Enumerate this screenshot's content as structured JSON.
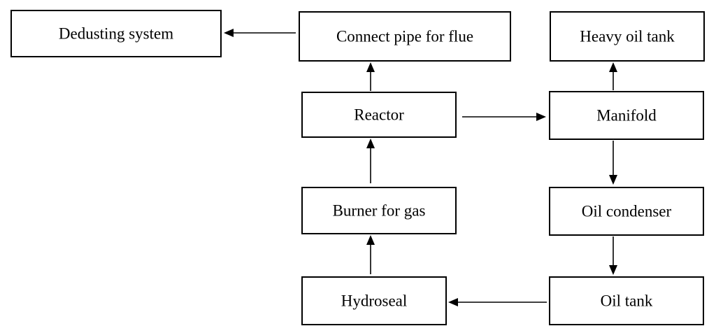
{
  "diagram": {
    "nodes": {
      "dedusting": {
        "label": "Dedusting system"
      },
      "connect_pipe": {
        "label": "Connect pipe for flue"
      },
      "heavy_oil_tank": {
        "label": "Heavy oil tank"
      },
      "reactor": {
        "label": "Reactor"
      },
      "manifold": {
        "label": "Manifold"
      },
      "burner": {
        "label": "Burner for gas"
      },
      "oil_condenser": {
        "label": "Oil condenser"
      },
      "hydroseal": {
        "label": "Hydroseal"
      },
      "oil_tank": {
        "label": "Oil tank"
      }
    },
    "edges": [
      {
        "from": "connect_pipe",
        "to": "dedusting"
      },
      {
        "from": "reactor",
        "to": "connect_pipe"
      },
      {
        "from": "manifold",
        "to": "heavy_oil_tank"
      },
      {
        "from": "reactor",
        "to": "manifold"
      },
      {
        "from": "burner",
        "to": "reactor"
      },
      {
        "from": "manifold",
        "to": "oil_condenser"
      },
      {
        "from": "hydroseal",
        "to": "burner"
      },
      {
        "from": "oil_condenser",
        "to": "oil_tank"
      },
      {
        "from": "oil_tank",
        "to": "hydroseal"
      }
    ]
  }
}
